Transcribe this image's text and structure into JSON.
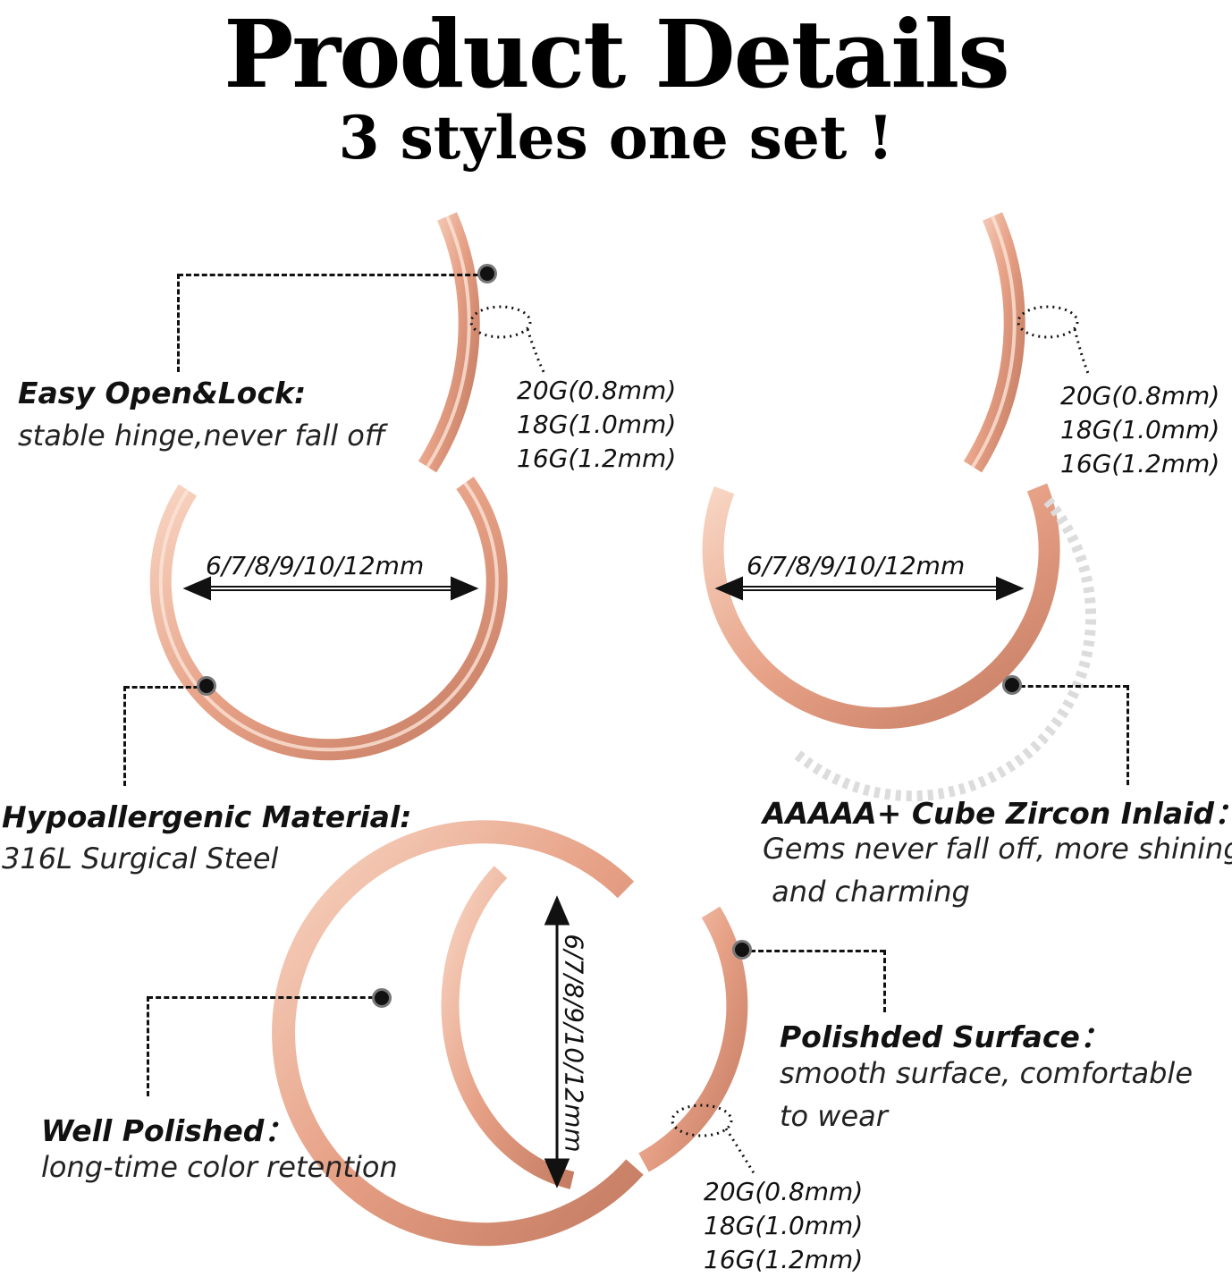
{
  "header": {
    "title": "Product Details",
    "subtitle": "3 styles one set !"
  },
  "features": {
    "easy_lock": {
      "title": "Easy Open&Lock:",
      "desc": "stable hinge,never fall off"
    },
    "hypoallergenic": {
      "title": "Hypoallergenic Material:",
      "desc": "316L Surgical Steel"
    },
    "zircon": {
      "title": "AAAAA+ Cube Zircon Inlaid：",
      "desc_line1": "Gems never fall off, more shining",
      "desc_line2": " and charming"
    },
    "polished_surface": {
      "title": "Polishded Surface：",
      "desc_line1": "smooth surface, comfortable",
      "desc_line2": "to wear"
    },
    "well_polished": {
      "title": "Well Polished：",
      "desc": "long-time color retention"
    }
  },
  "gauges": [
    "20G(0.8mm)",
    "18G(1.0mm)",
    "16G(1.2mm)"
  ],
  "sizes": "6/7/8/9/10/12mm",
  "colors": {
    "ring": "#e8a48a",
    "ring_dark": "#c98468",
    "ring_light": "#f9d8c8"
  }
}
